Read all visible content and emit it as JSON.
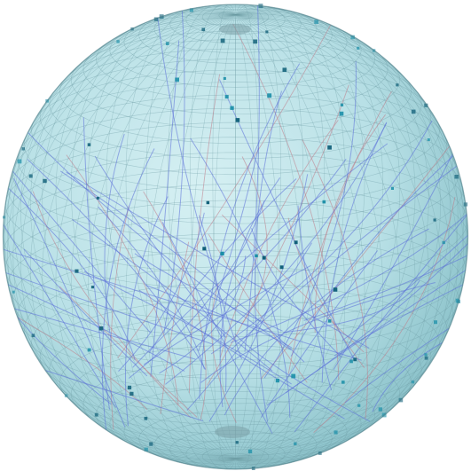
{
  "scene": {
    "subject": "wireframe-sphere-with-detector-hits-and-tracks",
    "colors": {
      "background": "#ffffff",
      "sphere_fill_inner": "#d6f0f3",
      "sphere_fill_mid": "#b8e0e6",
      "sphere_fill_edge": "#8ec4cc",
      "mesh_line": "#6e9ea6",
      "mesh_line_dark": "#4d7f88",
      "pole_cap": "#7a9fa6",
      "track_blue": "#5b6fd8",
      "track_red": "#c07a86",
      "hit_teal": "#1b8fa8",
      "hit_dark": "#0f5f78"
    },
    "mesh": {
      "latitude_rings": 44,
      "longitude_meridians": 64
    },
    "tracks": {
      "blue_count": 70,
      "red_count": 22
    },
    "hits": {
      "count": 150
    }
  }
}
